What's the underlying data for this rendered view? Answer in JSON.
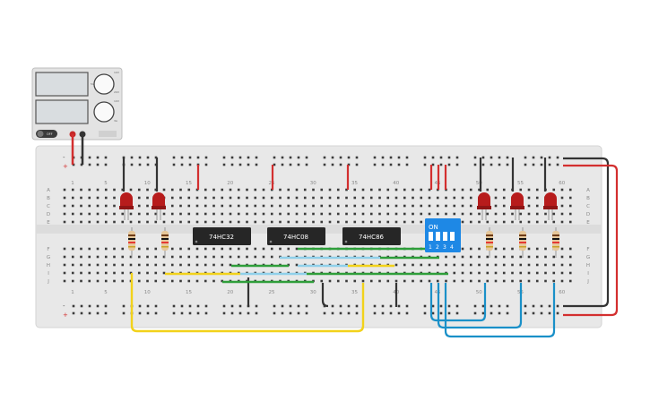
{
  "power_supply": {
    "knob1_labels": [
      "10V",
      "5V",
      "20V"
    ],
    "knob2_labels": [
      "10V",
      "3A"
    ],
    "switch_label": "OFF"
  },
  "breadboard": {
    "top_numbers": [
      "1",
      "5",
      "10",
      "15",
      "20",
      "25",
      "30",
      "35",
      "40",
      "45",
      "50",
      "55",
      "60"
    ],
    "bottom_numbers": [
      "1",
      "5",
      "10",
      "15",
      "20",
      "25",
      "30",
      "35",
      "40",
      "45",
      "50",
      "55",
      "60"
    ],
    "row_letters_top": [
      "A",
      "B",
      "C",
      "D",
      "E"
    ],
    "row_letters_bottom": [
      "F",
      "G",
      "H",
      "I",
      "J"
    ],
    "rail_plus": "+",
    "rail_minus": "-"
  },
  "chips": [
    {
      "label": "74HC32"
    },
    {
      "label": "74HC08"
    },
    {
      "label": "74HC86"
    }
  ],
  "dip_switch": {
    "label_on": "ON",
    "numbers": [
      "1",
      "2",
      "3",
      "4"
    ]
  },
  "colors": {
    "red": "#d32f2f",
    "black": "#333333",
    "yellow": "#f2d21b",
    "green": "#2e9e3a",
    "blue": "#1a90c8",
    "led": "#b71c1c",
    "dip": "#1e88e5"
  }
}
